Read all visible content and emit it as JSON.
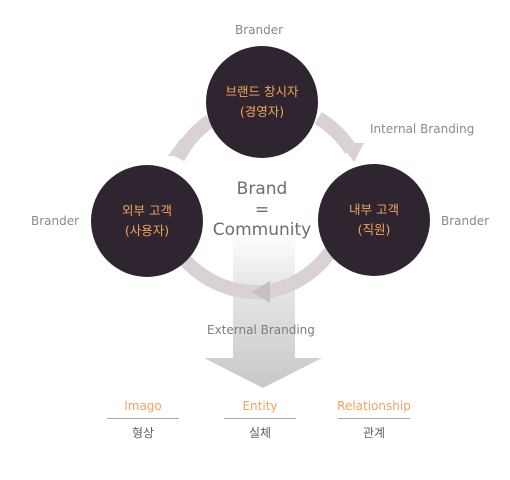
{
  "labels": {
    "brander_top": "Brander",
    "brander_left": "Brander",
    "brander_right": "Brander",
    "internal_branding": "Internal Branding",
    "external_branding": "External Branding"
  },
  "nodes": {
    "founder": {
      "line1": "브랜드 창시자",
      "line2": "(경영자)"
    },
    "external_customer": {
      "line1": "외부 고객",
      "line2": "(사용자)"
    },
    "internal_customer": {
      "line1": "내부 고객",
      "line2": "(직원)"
    }
  },
  "center": {
    "line1": "Brand",
    "line2": "=",
    "line3": "Community"
  },
  "terms": [
    {
      "en": "Imago",
      "ko": "형상"
    },
    {
      "en": "Entity",
      "ko": "실체"
    },
    {
      "en": "Relationship",
      "ko": "관계"
    }
  ],
  "colors": {
    "node_fill": "#2e2530",
    "node_text": "#f0a45a",
    "cycle_arrow": "#d9d1d3",
    "down_arrow": "#cfcfcf",
    "term_en": "#f0a45a",
    "term_ko": "#5e5e5e",
    "label_gray": "#8a8a8a"
  }
}
